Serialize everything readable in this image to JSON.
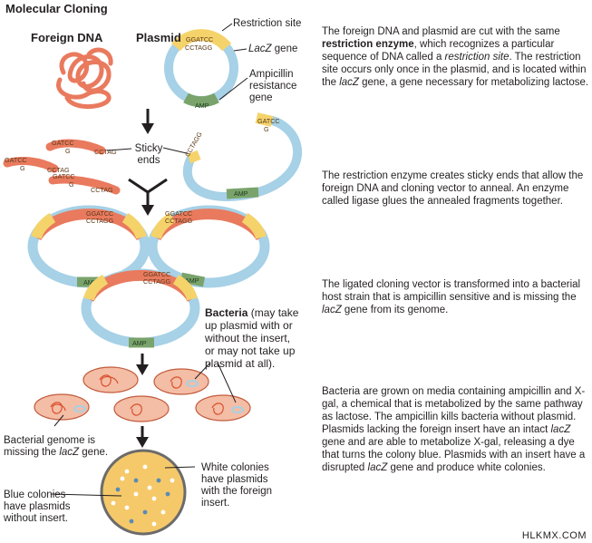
{
  "title": "Molecular Cloning",
  "labels": {
    "foreign_dna": "Foreign DNA",
    "plasmid": "Plasmid",
    "restriction_site": "Restriction site",
    "lacz_gene_prefix": "",
    "lacz_gene_italic": "LacZ",
    "lacz_gene_suffix": " gene",
    "ampicillin": "Ampicillin resistance gene",
    "sticky_ends": "Sticky ends",
    "bacteria_bold": "Bacteria",
    "bacteria_rest": " (may take up plasmid with or without the insert, or may not take up plasmid at all).",
    "bacterial_genome_1": "Bacterial genome is missing the ",
    "bacterial_genome_italic": "lacZ",
    "bacterial_genome_2": " gene.",
    "white_colonies": "White colonies have plasmids with the foreign insert.",
    "blue_colonies": "Blue colonies have plasmids without insert."
  },
  "seq": {
    "top": "GGATCC",
    "bottom": "CCTAGG",
    "frag_top": "GATCC",
    "frag_g": "G",
    "frag_ctag": "CCTAG",
    "amp": "AMP"
  },
  "descriptions": {
    "step1": [
      "The foreign DNA and plasmid are cut with the same ",
      "restriction enzyme",
      ", which recognizes a particular sequence of DNA called a ",
      "restriction site",
      ". The restriction site occurs only once in the plasmid, and is located within the ",
      "lacZ",
      " gene, a gene necessary for metabolizing lactose."
    ],
    "step2": "The restriction enzyme creates sticky ends that allow the foreign DNA and cloning vector to anneal. An enzyme called ligase glues the annealed fragments together.",
    "step3": [
      "The ligated cloning vector is transformed into a bacterial host strain that is ampicillin sensitive and is missing the ",
      "lacZ",
      " gene from its genome."
    ],
    "step4": [
      "Bacteria are grown on media containing ampicillin and X-gal, a chemical that is metabolized by the same pathway as lactose. The ampicillin kills bacteria without plasmid. Plasmids lacking the foreign insert have an intact ",
      "lacZ",
      " gene and are able to metabolize X-gal, releasing a dye that turns the colony blue. Plasmids with an insert have a disrupted ",
      "lacZ",
      " gene and produce white colonies."
    ]
  },
  "watermark": "HLKMX.COM",
  "colors": {
    "plasmid_blue": "#a6d1e6",
    "foreign_red": "#e97a5e",
    "lacz_yellow": "#f5d36b",
    "amp_green": "#7aa36b",
    "bacteria_fill": "#f4bda5",
    "dish_fill": "#f5c96a"
  }
}
